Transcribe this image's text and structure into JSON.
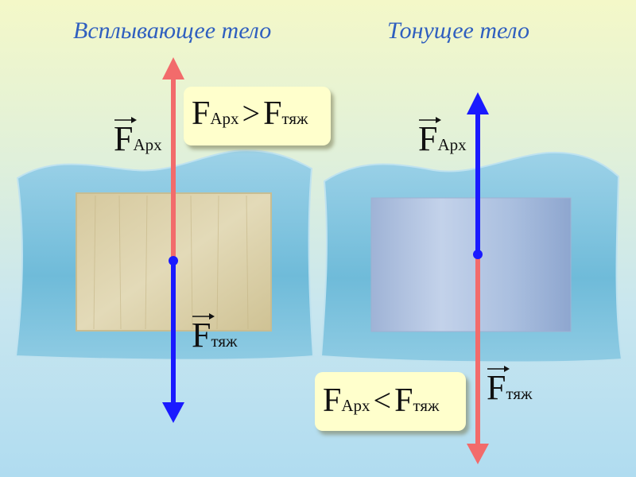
{
  "titles": {
    "left": "Всплывающее тело",
    "right": "Тонущее тело"
  },
  "formulas": {
    "top": {
      "lhs": "F",
      "lhs_sub": "Арх",
      "op": ">",
      "rhs": "F",
      "rhs_sub": "тяж"
    },
    "bottom": {
      "lhs": "F",
      "lhs_sub": "Арх",
      "op": "<",
      "rhs": "F",
      "rhs_sub": "тяж"
    }
  },
  "vectors": {
    "left_archimedes": {
      "main": "F",
      "sub": "Арх"
    },
    "left_gravity": {
      "main": "F",
      "sub": "тяж"
    },
    "right_archimedes": {
      "main": "F",
      "sub": "Арх"
    },
    "right_gravity": {
      "main": "F",
      "sub": "тяж"
    }
  },
  "colors": {
    "title": "#2f5fbf",
    "archimedes_left": "#f26b6b",
    "gravity_left": "#1a1aff",
    "archimedes_right": "#1a1aff",
    "gravity_right": "#f26b6b",
    "water": "#7fc4de",
    "wood": "#d9cfa8",
    "metal": "#a9bedc",
    "formula_box": "#ffffcc"
  }
}
